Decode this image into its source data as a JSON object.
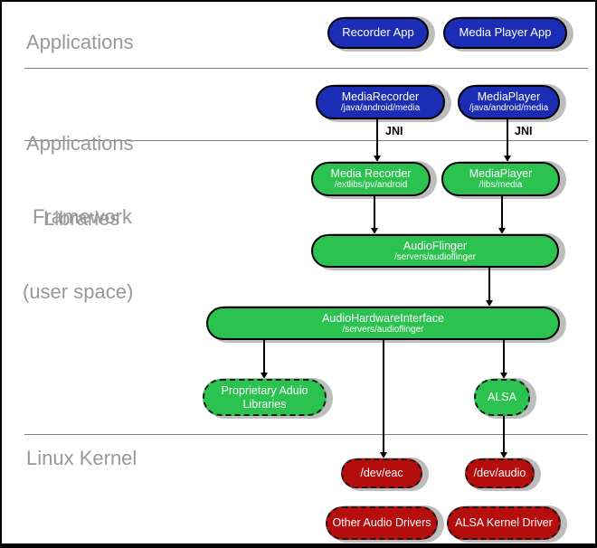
{
  "diagram": "Android audio system architecture",
  "sections": {
    "applications": "Applications",
    "framework_line1": "Applications",
    "framework_line2": "Framework",
    "libraries_line1": "Libraries",
    "libraries_line2": "(user space)",
    "kernel": "Linux Kernel"
  },
  "labels": {
    "jni": "JNI"
  },
  "nodes": {
    "recorder_app": {
      "title": "Recorder App"
    },
    "media_player_app": {
      "title": "Media Player App"
    },
    "media_recorder_fw": {
      "title": "MediaRecorder",
      "subtitle": "/java/android/media"
    },
    "media_player_fw": {
      "title": "MediaPlayer",
      "subtitle": "/java/android/media"
    },
    "media_recorder_lib": {
      "title": "Media Recorder",
      "subtitle": "/extlibs/pv/android"
    },
    "media_player_lib": {
      "title": "MediaPlayer",
      "subtitle": "/libs/media"
    },
    "audio_flinger": {
      "title": "AudioFlinger",
      "subtitle": "/servers/audioflinger"
    },
    "audio_hw_interface": {
      "title": "AudioHardwareInterface",
      "subtitle": "/servers/audioflinger"
    },
    "proprietary_audio": {
      "line1": "Proprietary Aduio",
      "line2": "Libraries"
    },
    "alsa": {
      "title": "ALSA"
    },
    "dev_eac": {
      "title": "/dev/eac"
    },
    "dev_audio": {
      "title": "/dev/audio"
    },
    "other_audio_drivers": {
      "title": "Other Audio Drivers"
    },
    "alsa_kernel_driver": {
      "title": "ALSA Kernel Driver"
    }
  },
  "edges": [
    {
      "from": "media_recorder_fw",
      "to": "media_recorder_lib",
      "label": "JNI"
    },
    {
      "from": "media_player_fw",
      "to": "media_player_lib",
      "label": "JNI"
    },
    {
      "from": "media_recorder_lib",
      "to": "audio_flinger"
    },
    {
      "from": "media_player_lib",
      "to": "audio_flinger"
    },
    {
      "from": "audio_flinger",
      "to": "audio_hw_interface"
    },
    {
      "from": "audio_hw_interface",
      "to": "proprietary_audio"
    },
    {
      "from": "audio_hw_interface",
      "to": "dev_eac"
    },
    {
      "from": "audio_hw_interface",
      "to": "alsa"
    },
    {
      "from": "alsa",
      "to": "dev_audio"
    }
  ],
  "colors": {
    "blue": "#1b2db4",
    "green": "#2bc24f",
    "red": "#b60d0d",
    "label_gray": "#989898",
    "line_gray": "#7f7f7f",
    "shadow": "#bdbdbd"
  }
}
